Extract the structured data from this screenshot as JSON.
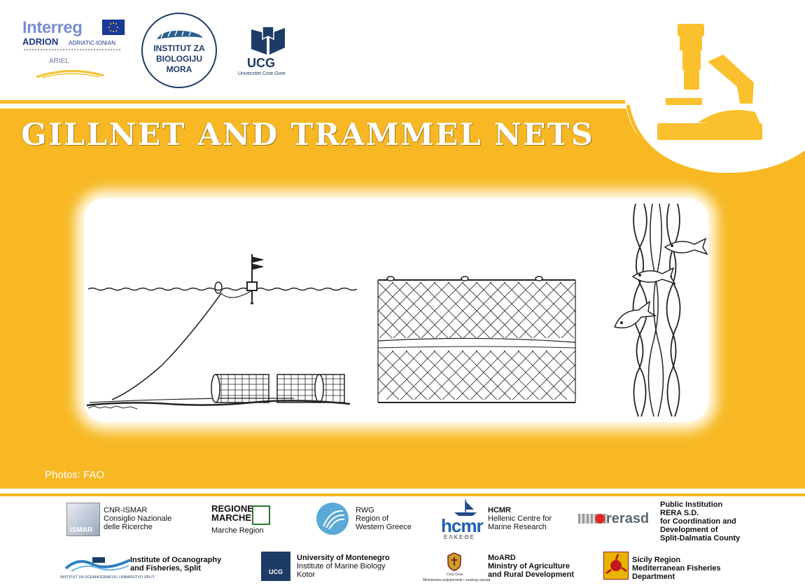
{
  "header": {
    "interreg": "Interreg",
    "adrion": "ADRION",
    "adriatic_ionian": "ADRIATIC-IONIAN",
    "ariel": "ARIEL",
    "ibm_line1": "INSTITUT ZA",
    "ibm_line2": "BIOLOGIJU",
    "ibm_line3": "MORA",
    "ucg": "UCG",
    "ucg_sub": "Univerzitet Crne Gore"
  },
  "title": "GILLNET AND TRAMMEL NETS",
  "caption": "Photos: FAO",
  "colors": {
    "accent": "#f7b823",
    "navy": "#1e3b67"
  },
  "partners": [
    {
      "abbr": "ISMAR",
      "line1": "CNR-ISMAR",
      "line2": "Consiglio Nazionale",
      "line3": "delle Ricerche"
    },
    {
      "logo_line1": "REGIONE",
      "logo_line2": "MARCHE",
      "line1": "Marche Region"
    },
    {
      "line1": "RWG",
      "line2": "Region of",
      "line3": "Western Greece"
    },
    {
      "logo": "hcmr",
      "logo_sub": "ΕΛΚΕΘΕ",
      "line1": "HCMR",
      "line2": "Hellenic Centre for",
      "line3": "Marine Research"
    },
    {
      "logo": "rerasd",
      "line1": "Public Institution",
      "line2": "RERA S.D.",
      "line3": "for Coordination and",
      "line4": "Development of",
      "line5": "Split-Dalmatia County"
    },
    {
      "logo_sub": "INSTITUT ZA OCEANOGRAFIJU I RIBARSTVO SPLIT",
      "line1": "Institute of Ocanography",
      "line2": "and Fisheries, Split"
    },
    {
      "logo": "UCG",
      "line1": "University of Montenegro",
      "line2": "Institute of Marine Biology",
      "line3": "Kotor"
    },
    {
      "logo_sub1": "Crna Gora",
      "logo_sub2": "Ministarstvo poljoprivrede i ruralnog razvoja",
      "line1": "MoARD",
      "line2": "Ministry of Agriculture",
      "line3": "and Rural Development"
    },
    {
      "line1": "Sicily Region",
      "line2": "Mediterranean Fisheries",
      "line3": "Department"
    }
  ]
}
